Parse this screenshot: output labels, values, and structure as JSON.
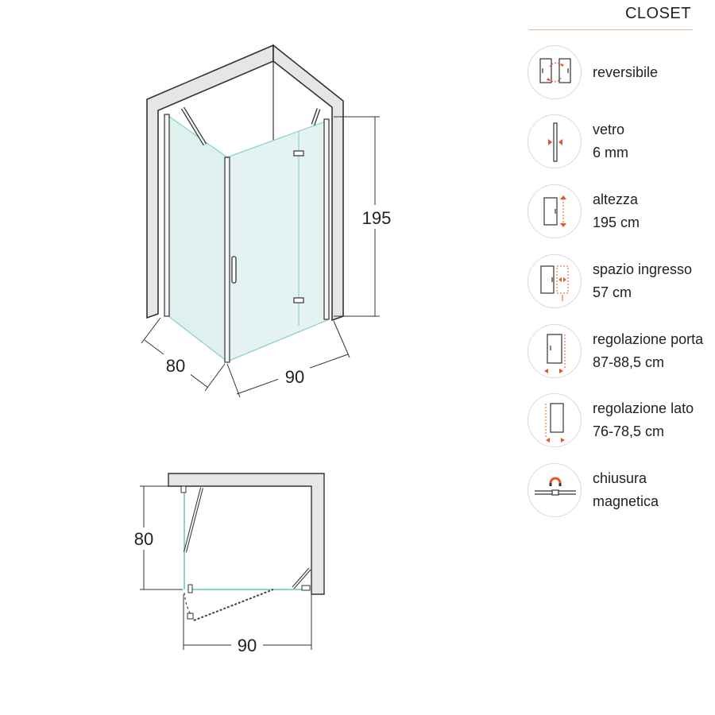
{
  "product": {
    "name": "CLOSET"
  },
  "iso_view": {
    "depth_label": "80",
    "width_label": "90",
    "height_label": "195"
  },
  "plan_view": {
    "depth_label": "80",
    "width_label": "90"
  },
  "features": [
    {
      "icon": "reversible-icon",
      "line1": "reversibile",
      "line2": ""
    },
    {
      "icon": "glass-thickness-icon",
      "line1": "vetro",
      "line2": "6 mm"
    },
    {
      "icon": "height-icon",
      "line1": "altezza",
      "line2": "195 cm"
    },
    {
      "icon": "entry-space-icon",
      "line1": "spazio ingresso",
      "line2": "57 cm"
    },
    {
      "icon": "door-adjustment-icon",
      "line1": "regolazione porta",
      "line2": "87-88,5 cm"
    },
    {
      "icon": "side-adjustment-icon",
      "line1": "regolazione lato",
      "line2": "76-78,5 cm"
    },
    {
      "icon": "magnet-icon",
      "line1": "chiusura",
      "line2": "magnetica"
    }
  ],
  "colors": {
    "accent": "#e0572b",
    "glass": "#bfe6e3",
    "glass_edge": "#8fd3cb",
    "wall": "#e6e6e6",
    "line": "#333333"
  }
}
